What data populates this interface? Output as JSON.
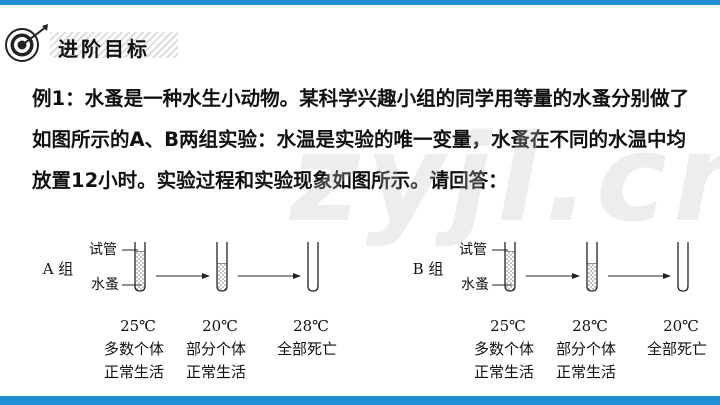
{
  "section_title": "进阶目标",
  "question": {
    "text": "例1：水蚤是一种水生小动物。某科学兴趣小组的同学用等量的水蚤分别做了如图所示的A、B两组实验：水温是实验的唯一变量，水蚤在不同的水温中均放置12小时。实验过程和实验现象如图所示。请回答："
  },
  "watermark": "zyjl.cn",
  "figure": {
    "tube_label": "试管",
    "flea_label": "水蚤",
    "groups": [
      {
        "name": "A 组",
        "stages": [
          {
            "temp": "25℃",
            "line1": "多数个体",
            "line2": "正常生活",
            "fill": 0.8
          },
          {
            "temp": "20℃",
            "line1": "部分个体",
            "line2": "正常生活",
            "fill": 0.55
          },
          {
            "temp": "28℃",
            "line1": "全部死亡",
            "line2": "",
            "fill": 0
          }
        ]
      },
      {
        "name": "B 组",
        "stages": [
          {
            "temp": "25℃",
            "line1": "多数个体",
            "line2": "正常生活",
            "fill": 0.8
          },
          {
            "temp": "28℃",
            "line1": "部分个体",
            "line2": "正常生活",
            "fill": 0.55
          },
          {
            "temp": "20℃",
            "line1": "全部死亡",
            "line2": "",
            "fill": 0
          }
        ]
      }
    ]
  }
}
